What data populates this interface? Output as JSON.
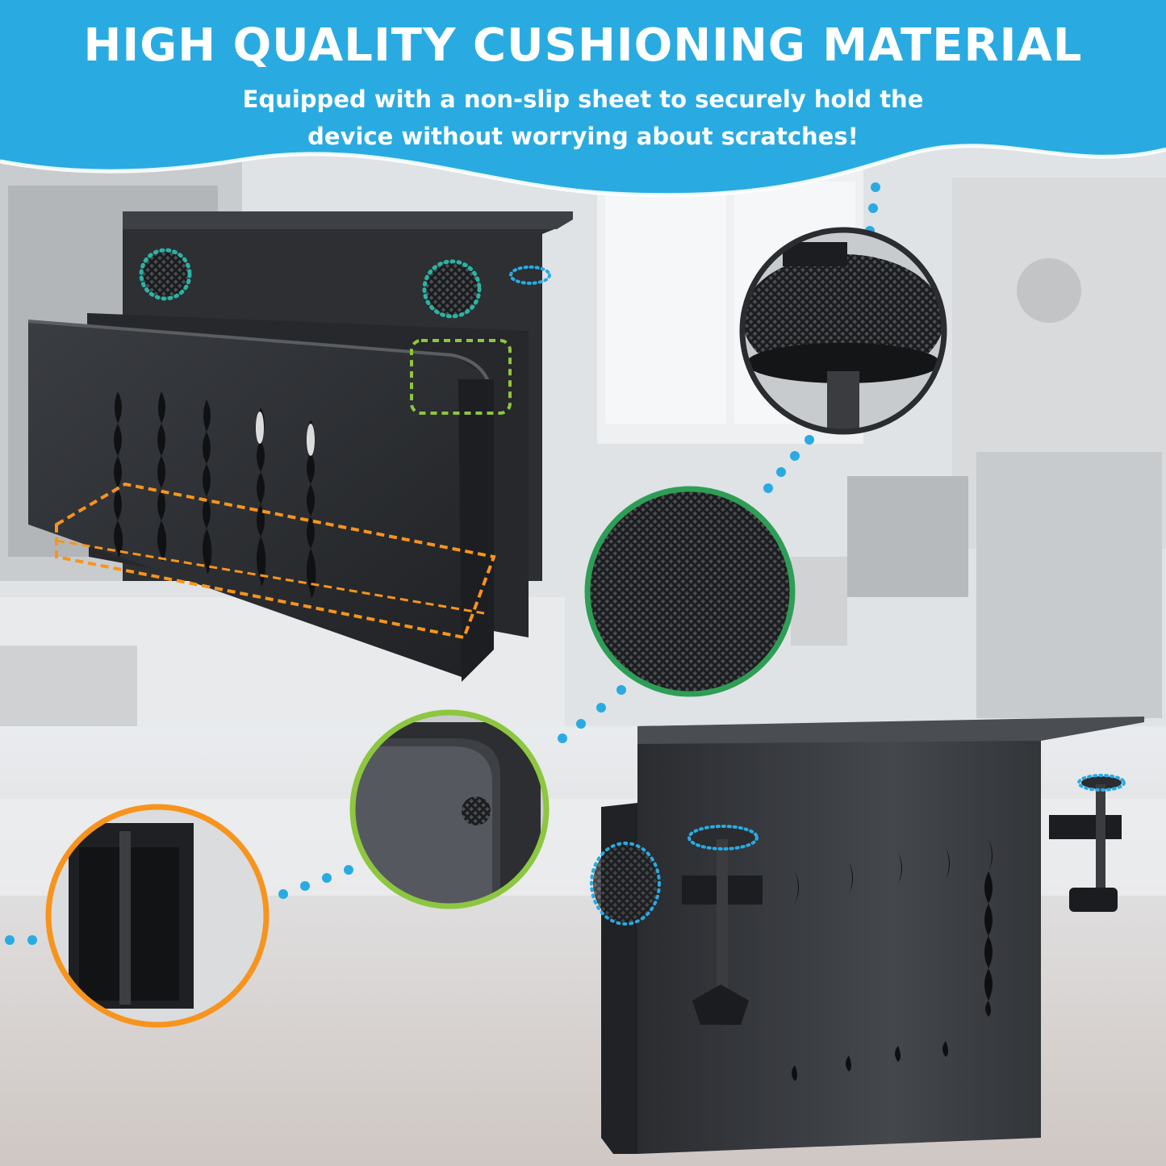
{
  "header": {
    "headline": "HIGH QUALITY CUSHIONING MATERIAL",
    "subtext": "Equipped with a non-slip sheet to securely hold the device without worrying about scratches!"
  },
  "colors": {
    "banner": "#29abe2",
    "teal_callout": "#2bb3a3",
    "green_callout": "#8dc63f",
    "orange_callout": "#f7941d",
    "blue_callout": "#29abe2",
    "metal": "#2b2d30"
  },
  "images": {
    "room_background": "desk-setup-photo",
    "left_product": "double-slot-vertical-laptop-holder",
    "right_product": "under-desk-clamp-laptop-holder",
    "zoom_pad_top": "textured-anti-slip-pad-on-clamp",
    "zoom_pad_mid": "textured-anti-slip-pad-closeup",
    "zoom_corner": "rounded-corner-closeup",
    "zoom_base": "double-slot-base-closeup"
  }
}
